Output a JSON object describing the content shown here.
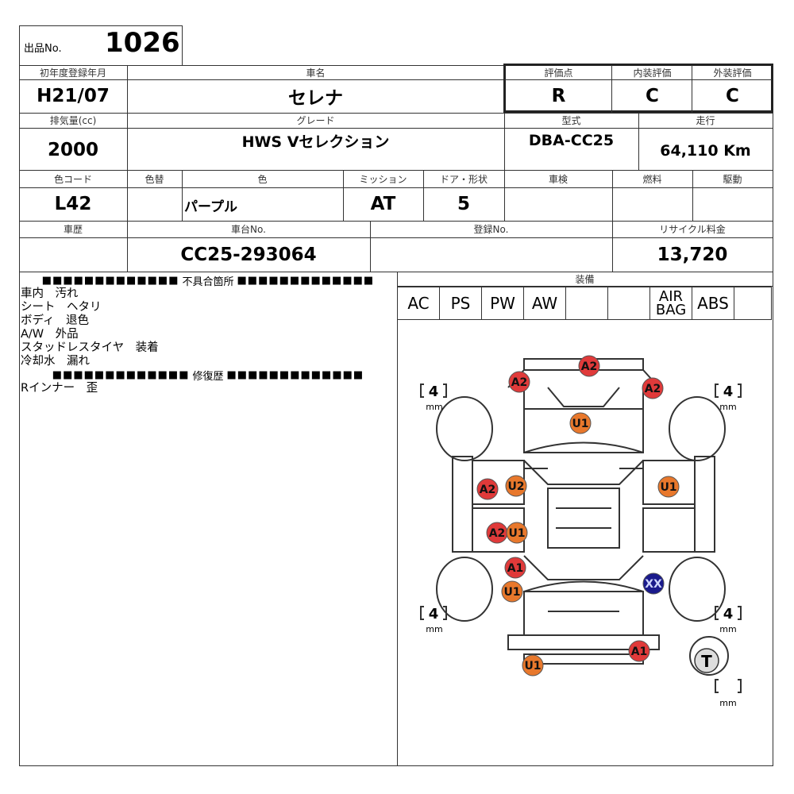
{
  "lot": {
    "label": "出品No.",
    "number": "1026"
  },
  "header": {
    "first_reg_label": "初年度登録年月",
    "first_reg": "H21/07",
    "car_name_label": "車名",
    "car_name": "セレナ",
    "score_label": "評価点",
    "score": "R",
    "interior_label": "内装評価",
    "interior": "C",
    "exterior_label": "外装評価",
    "exterior": "C"
  },
  "row2": {
    "displacement_label": "排気量(cc)",
    "displacement": "2000",
    "grade_label": "グレード",
    "grade": "HWS Vセレクション",
    "model_label": "型式",
    "model": "DBA-CC25",
    "mileage_label": "走行",
    "mileage": "64,110 Km"
  },
  "row3": {
    "color_code_label": "色コード",
    "color_code": "L42",
    "repaint_label": "色替",
    "repaint": "",
    "color_label": "色",
    "color": "パープル",
    "mission_label": "ミッション",
    "mission": "AT",
    "door_label": "ドア・形状",
    "door": "5",
    "inspection_label": "車検",
    "inspection": "",
    "fuel_label": "燃料",
    "fuel": "",
    "drive_label": "駆動",
    "drive": ""
  },
  "row4": {
    "history_label": "車歴",
    "history": "",
    "chassis_label": "車台No.",
    "chassis": "CC25-293064",
    "reg_label": "登録No.",
    "reg": "",
    "recycle_label": "リサイクル料金",
    "recycle": "13,720"
  },
  "defects": {
    "title": "不具合箇所",
    "items": [
      "車内　汚れ",
      "シート　ヘタリ",
      "ボディ　退色",
      "A/W　外品",
      "スタッドレスタイヤ　装着",
      "冷却水　漏れ"
    ]
  },
  "repairs": {
    "title": "修復歴",
    "items": [
      "Rインナー　歪"
    ]
  },
  "equipment": {
    "title": "装備",
    "items": [
      "AC",
      "PS",
      "PW",
      "AW",
      "",
      "",
      "AIR\nBAG",
      "ABS",
      ""
    ]
  },
  "diagram": {
    "tire_depth": {
      "front_left": "4",
      "front_right": "4",
      "rear_left": "4",
      "rear_right": "4",
      "spare": ""
    },
    "unit": "mm",
    "spare_label": "T",
    "markers": [
      {
        "code": "A2",
        "type": "A"
      },
      {
        "code": "A2",
        "type": "A"
      },
      {
        "code": "A2",
        "type": "A"
      },
      {
        "code": "U1",
        "type": "U"
      },
      {
        "code": "A2",
        "type": "A"
      },
      {
        "code": "U2",
        "type": "U"
      },
      {
        "code": "U1",
        "type": "U"
      },
      {
        "code": "A2",
        "type": "A"
      },
      {
        "code": "U1",
        "type": "U"
      },
      {
        "code": "A1",
        "type": "A"
      },
      {
        "code": "U1",
        "type": "U"
      },
      {
        "code": "XX",
        "type": "X"
      },
      {
        "code": "A1",
        "type": "A"
      },
      {
        "code": "U1",
        "type": "U"
      }
    ]
  },
  "colors": {
    "A": "#e03a3a",
    "U": "#e8782c",
    "X": "#1a1a8c",
    "line": "#333333"
  }
}
